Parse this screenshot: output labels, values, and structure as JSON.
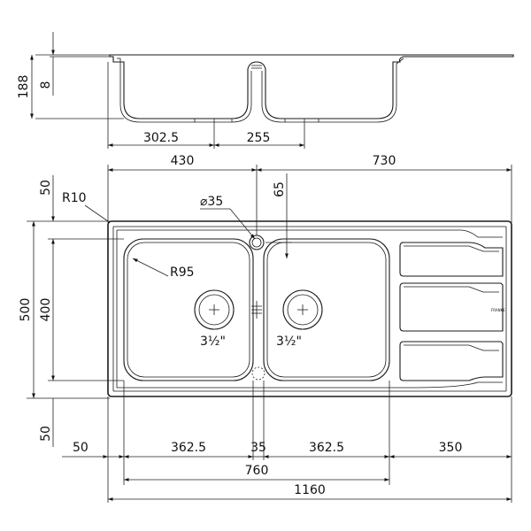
{
  "dimensions": {
    "top_188": "188",
    "top_8": "8",
    "top_302_5": "302.5",
    "top_255": "255",
    "w_430": "430",
    "w_730": "730",
    "r10": "R10",
    "phi35": "⌀35",
    "v65": "65",
    "r95": "R95",
    "left_50_top": "50",
    "left_500": "500",
    "left_400": "400",
    "left_50_bottom": "50",
    "drain_left": "3½\"",
    "drain_right": "3½\"",
    "bot_50": "50",
    "bot_362_5_a": "362.5",
    "bot_35": "35",
    "bot_362_5_b": "362.5",
    "bot_350": "350",
    "bot_760": "760",
    "bot_1160": "1160"
  },
  "brand_mark": "FRANKE"
}
